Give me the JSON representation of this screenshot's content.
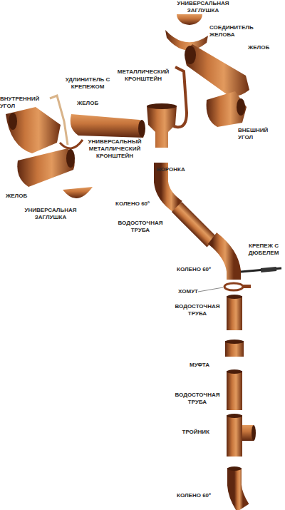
{
  "diagram": {
    "labels": [
      "УНИВЕРСАЛЬНАЯ ЗАГЛУШКА",
      "СОЕДИНИТЕЛЬ ЖЕЛОБА",
      "ЖЕЛОБ",
      "УДЛИНИТЕЛЬ С КРЕПЕЖОМ",
      "МЕТАЛЛИЧЕСКИЙ КРОНШТЕЙН",
      "ВНУТРЕННИЙ УГОЛ",
      "ЖЕЛОБ",
      "УНИВЕРСАЛЬНЫЙ МЕТАЛЛИЧЕСКИЙ КРОНШТЕЙН",
      "ВНЕШНИЙ УГОЛ",
      "ВОРОНКА",
      "ЖЕЛОБ",
      "УНИВЕРСАЛЬНАЯ ЗАГЛУШКА",
      "КОЛЕНО 60º",
      "ВОДОСТОЧНАЯ ТРУБА",
      "КОЛЕНО 60º",
      "КРЕПЕЖ С ДЮБЕЛЕМ",
      "ХОМУТ",
      "ВОДОСТОЧНАЯ ТРУБА",
      "МУФТА",
      "ВОДОСТОЧНАЯ ТРУБА",
      "ТРОЙНИК",
      "КОЛЕНО 60º"
    ]
  }
}
